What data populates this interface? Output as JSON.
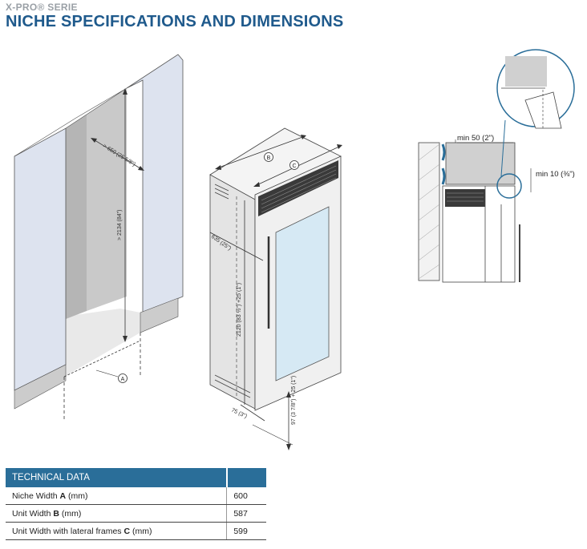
{
  "header": {
    "series": "X-PRO® SERIE",
    "title": "NICHE SPECIFICATIONS AND DIMENSIONS"
  },
  "niche": {
    "depth_label": "> 650 (25 5/8\")",
    "height_label": "> 2134 (84\")",
    "width_marker": "A"
  },
  "unit": {
    "width_marker": "B",
    "frame_width_marker": "C",
    "depth_label": "635 (25\")",
    "height_label": "2120 (83 ½\") +25 (1\")",
    "foot_label": "75 (3\")",
    "base_label": "97 (3 7/8\") + 25 (1\")"
  },
  "detail": {
    "top_clearance": "min 50 (2\")",
    "side_clearance": "min 10 (⅜\")"
  },
  "table": {
    "heading": "TECHNICAL DATA",
    "rows": [
      {
        "label_pre": "Niche Width ",
        "label_bold": "A",
        "label_post": " (mm)",
        "value": "600"
      },
      {
        "label_pre": "Unit Width ",
        "label_bold": "B",
        "label_post": " (mm)",
        "value": "587"
      },
      {
        "label_pre": "Unit Width with lateral frames ",
        "label_bold": "C",
        "label_post": " (mm)",
        "value": "599"
      }
    ]
  },
  "colors": {
    "heading_blue": "#1f5a8c",
    "table_header": "#2a6e99",
    "niche_blue": "#dde3ef",
    "glass_blue": "#d6e9f4",
    "grey": "#c7c7c7"
  }
}
